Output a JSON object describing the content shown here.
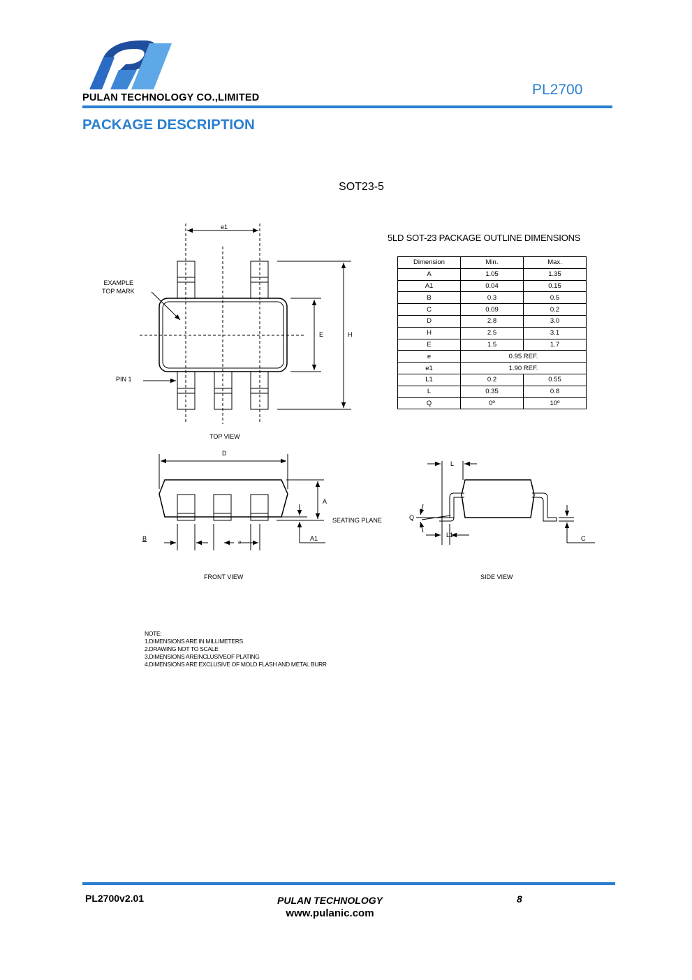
{
  "header": {
    "company": "PULAN TECHNOLOGY CO.,LIMITED",
    "part_number": "PL2700",
    "brand_color": "#2a7fd0"
  },
  "section_title": "PACKAGE DESCRIPTION",
  "package_name": "SOT23-5",
  "table": {
    "title": "5LD SOT-23 PACKAGE OUTLINE DIMENSIONS",
    "headers": [
      "Dimension",
      "Min.",
      "Max."
    ],
    "rows": [
      [
        "A",
        "1.05",
        "1.35"
      ],
      [
        "A1",
        "0.04",
        "0.15"
      ],
      [
        "B",
        "0.3",
        "0.5"
      ],
      [
        "C",
        "0.09",
        "0.2"
      ],
      [
        "D",
        "2.8",
        "3.0"
      ],
      [
        "H",
        "2.5",
        "3.1"
      ],
      [
        "E",
        "1.5",
        "1.7"
      ],
      [
        "e",
        "0.95 REF."
      ],
      [
        "e1",
        "1.90 REF."
      ],
      [
        "L1",
        "0.2",
        "0.55"
      ],
      [
        "L",
        "0.35",
        "0.8"
      ],
      [
        "Q",
        "0º",
        "10º"
      ]
    ]
  },
  "drawing": {
    "top_view": {
      "caption": "TOP VIEW",
      "example_mark_line1": "EXAMPLE",
      "example_mark_line2": "TOP MARK",
      "pin1": "PIN 1",
      "e1": "e1",
      "E": "E",
      "H": "H"
    },
    "front_view": {
      "caption": "FRONT VIEW",
      "D": "D",
      "A": "A",
      "A1": "A1",
      "B": "B",
      "e": "e",
      "seating_plane": "SEATING PLANE"
    },
    "side_view": {
      "caption": "SIDE VIEW",
      "L": "L",
      "L1": "L1",
      "Q": "Q",
      "C": "C"
    }
  },
  "notes": {
    "heading": "NOTE:",
    "items": [
      "1.DIMENSIONS ARE IN MILLIMETERS",
      "2.DRAWING NOT TO SCALE",
      "3.DIMENSIONS AREINCLUSIVEOF PLATING",
      "4.DIMENSIONS ARE EXCLUSIVE OF MOLD FLASH AND METAL BURR"
    ]
  },
  "footer": {
    "version": "PL2700v2.01",
    "company": "PULAN TECHNOLOGY",
    "website": "www.pulanic.com",
    "page": "8"
  }
}
